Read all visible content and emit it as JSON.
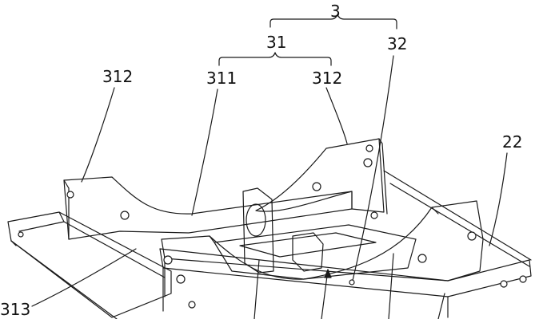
{
  "labels": {
    "ref_3": "3",
    "ref_31": "31",
    "ref_32": "32",
    "ref_312_left": "312",
    "ref_311": "311",
    "ref_312_right": "312",
    "ref_22": "22",
    "ref_313": "313"
  },
  "colors": {
    "line": "#1a1a1a",
    "background": "#ffffff",
    "shade": "#e9e9e9"
  }
}
